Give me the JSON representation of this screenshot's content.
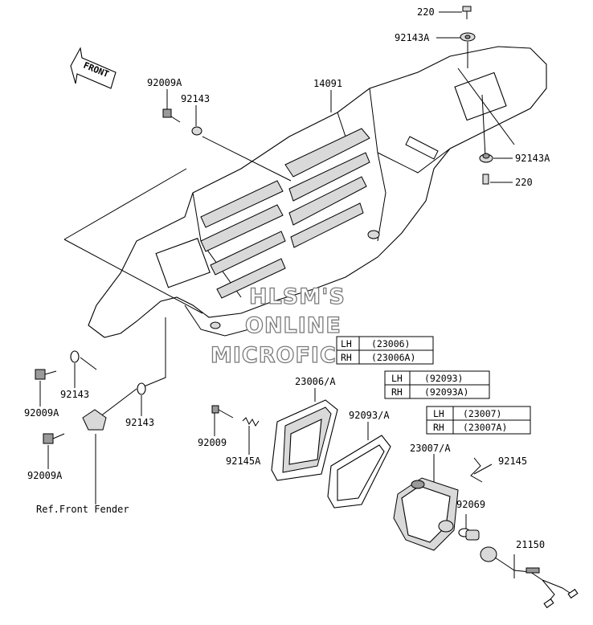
{
  "part_labels": {
    "p220_top": "220",
    "p92143a_top": "92143A",
    "p14091": "14091",
    "p92009a_top": "92009A",
    "p92143_top": "92143",
    "p92143a_right": "92143A",
    "p220_right": "220",
    "p92143_left1": "92143",
    "p92009a_left1": "92009A",
    "p92143_left2": "92143",
    "p92009a_left2": "92009A",
    "ref_front_fender": "Ref.Front Fender",
    "p23006a": "23006/A",
    "p92093a": "92093/A",
    "p92009": "92009",
    "p92145a": "92145A",
    "p23007a": "23007/A",
    "p92145": "92145",
    "p92069": "92069",
    "p21150": "21150"
  },
  "front_arrow": "FRONT",
  "watermark": [
    "HLSM'S",
    "ONLINE",
    "MICROFICHE"
  ],
  "side_tables": [
    {
      "rows": [
        {
          "side": "LH",
          "part": "(23006)"
        },
        {
          "side": "RH",
          "part": "(23006A)"
        }
      ]
    },
    {
      "rows": [
        {
          "side": "LH",
          "part": "(92093)"
        },
        {
          "side": "RH",
          "part": "(92093A)"
        }
      ]
    },
    {
      "rows": [
        {
          "side": "LH",
          "part": "(23007)"
        },
        {
          "side": "RH",
          "part": "(23007A)"
        }
      ]
    }
  ]
}
